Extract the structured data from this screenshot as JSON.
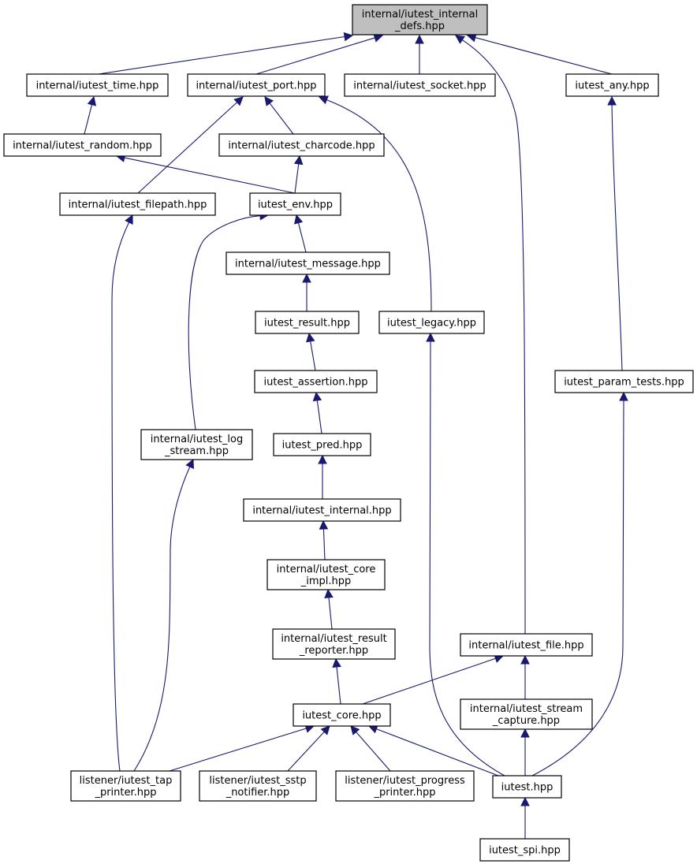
{
  "colors": {
    "edge": "#191970",
    "root_fill": "#bfbfbf",
    "node_fill": "#ffffff",
    "node_stroke": "#000000"
  },
  "nodes": {
    "defs": {
      "lines": [
        "internal/iutest_internal",
        "_defs.hpp"
      ],
      "root": true
    },
    "time": {
      "lines": [
        "internal/iutest_time.hpp"
      ]
    },
    "port": {
      "lines": [
        "internal/iutest_port.hpp"
      ]
    },
    "socket": {
      "lines": [
        "internal/iutest_socket.hpp"
      ]
    },
    "any": {
      "lines": [
        "iutest_any.hpp"
      ]
    },
    "random": {
      "lines": [
        "internal/iutest_random.hpp"
      ]
    },
    "charcode": {
      "lines": [
        "internal/iutest_charcode.hpp"
      ]
    },
    "filepath": {
      "lines": [
        "internal/iutest_filepath.hpp"
      ]
    },
    "env": {
      "lines": [
        "iutest_env.hpp"
      ]
    },
    "message": {
      "lines": [
        "internal/iutest_message.hpp"
      ]
    },
    "result": {
      "lines": [
        "iutest_result.hpp"
      ]
    },
    "legacy": {
      "lines": [
        "iutest_legacy.hpp"
      ]
    },
    "assertion": {
      "lines": [
        "iutest_assertion.hpp"
      ]
    },
    "param": {
      "lines": [
        "iutest_param_tests.hpp"
      ]
    },
    "logstream": {
      "lines": [
        "internal/iutest_log",
        "_stream.hpp"
      ]
    },
    "pred": {
      "lines": [
        "iutest_pred.hpp"
      ]
    },
    "internal": {
      "lines": [
        "internal/iutest_internal.hpp"
      ]
    },
    "coreimpl": {
      "lines": [
        "internal/iutest_core",
        "_impl.hpp"
      ]
    },
    "reporter": {
      "lines": [
        "internal/iutest_result",
        "_reporter.hpp"
      ]
    },
    "file": {
      "lines": [
        "internal/iutest_file.hpp"
      ]
    },
    "core": {
      "lines": [
        "iutest_core.hpp"
      ]
    },
    "capture": {
      "lines": [
        "internal/iutest_stream",
        "_capture.hpp"
      ]
    },
    "tap": {
      "lines": [
        "listener/iutest_tap",
        "_printer.hpp"
      ]
    },
    "sstp": {
      "lines": [
        "listener/iutest_sstp",
        "_notifier.hpp"
      ]
    },
    "progress": {
      "lines": [
        "listener/iutest_progress",
        "_printer.hpp"
      ]
    },
    "iutest": {
      "lines": [
        "iutest.hpp"
      ]
    },
    "spi": {
      "lines": [
        "iutest_spi.hpp"
      ]
    }
  },
  "edges": [
    [
      "time",
      "defs"
    ],
    [
      "port",
      "defs"
    ],
    [
      "socket",
      "defs"
    ],
    [
      "any",
      "defs"
    ],
    [
      "file",
      "defs"
    ],
    [
      "random",
      "time"
    ],
    [
      "charcode",
      "port"
    ],
    [
      "filepath",
      "port"
    ],
    [
      "legacy",
      "port"
    ],
    [
      "env",
      "random"
    ],
    [
      "env",
      "charcode"
    ],
    [
      "message",
      "env"
    ],
    [
      "logstream",
      "env"
    ],
    [
      "result",
      "message"
    ],
    [
      "assertion",
      "result"
    ],
    [
      "pred",
      "assertion"
    ],
    [
      "internal",
      "pred"
    ],
    [
      "coreimpl",
      "internal"
    ],
    [
      "reporter",
      "coreimpl"
    ],
    [
      "core",
      "reporter"
    ],
    [
      "core",
      "file"
    ],
    [
      "capture",
      "file"
    ],
    [
      "param",
      "any"
    ],
    [
      "tap",
      "core"
    ],
    [
      "tap",
      "filepath"
    ],
    [
      "tap",
      "logstream"
    ],
    [
      "sstp",
      "core"
    ],
    [
      "progress",
      "core"
    ],
    [
      "iutest",
      "core"
    ],
    [
      "iutest",
      "legacy"
    ],
    [
      "iutest",
      "param"
    ],
    [
      "iutest",
      "capture"
    ],
    [
      "spi",
      "iutest"
    ]
  ]
}
